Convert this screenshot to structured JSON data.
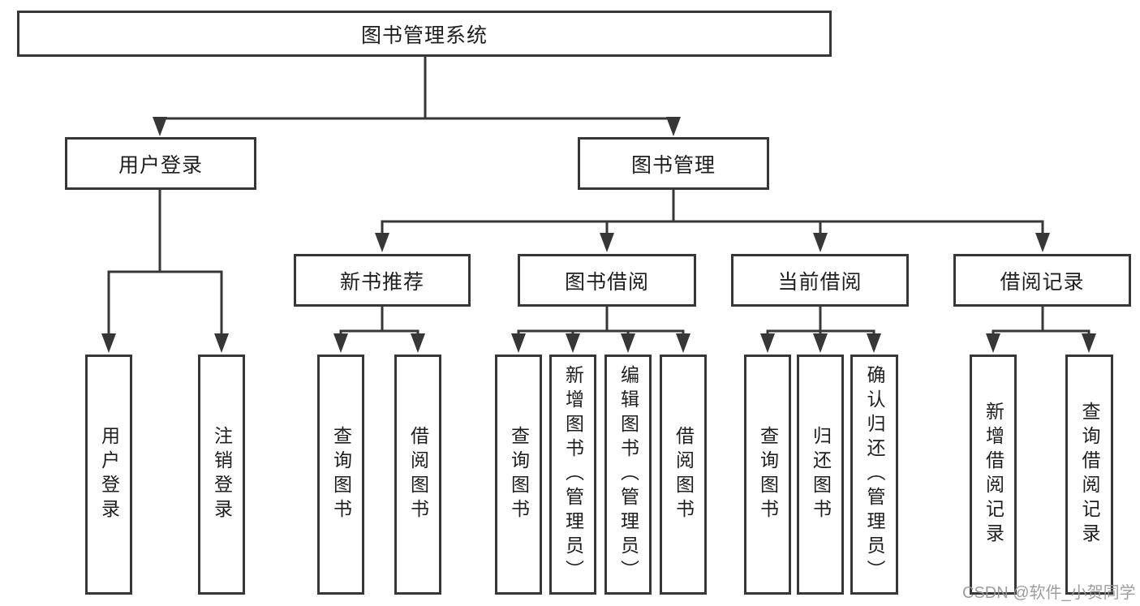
{
  "diagram": {
    "root": {
      "label": "图书管理系统"
    },
    "branches": [
      {
        "label": "用户登录",
        "children": [
          {
            "label": "用户登录"
          },
          {
            "label": "注销登录"
          }
        ]
      },
      {
        "label": "图书管理",
        "children": [
          {
            "label": "新书推荐",
            "children": [
              {
                "label": "查询图书"
              },
              {
                "label": "借阅图书"
              }
            ]
          },
          {
            "label": "图书借阅",
            "children": [
              {
                "label": "查询图书"
              },
              {
                "label": "新增图书（管理员）"
              },
              {
                "label": "编辑图书（管理员）"
              },
              {
                "label": "借阅图书"
              }
            ]
          },
          {
            "label": "当前借阅",
            "children": [
              {
                "label": "查询图书"
              },
              {
                "label": "归还图书"
              },
              {
                "label": "确认归还（管理员）"
              }
            ]
          },
          {
            "label": "借阅记录",
            "children": [
              {
                "label": "新增借阅记录"
              },
              {
                "label": "查询借阅记录"
              }
            ]
          }
        ]
      }
    ]
  },
  "watermark": {
    "text": "CSDN @软件_小贺同学"
  },
  "colors": {
    "line": "#373737",
    "text": "#1e1e1e",
    "watermark": "#969696",
    "background": "#ffffff"
  }
}
